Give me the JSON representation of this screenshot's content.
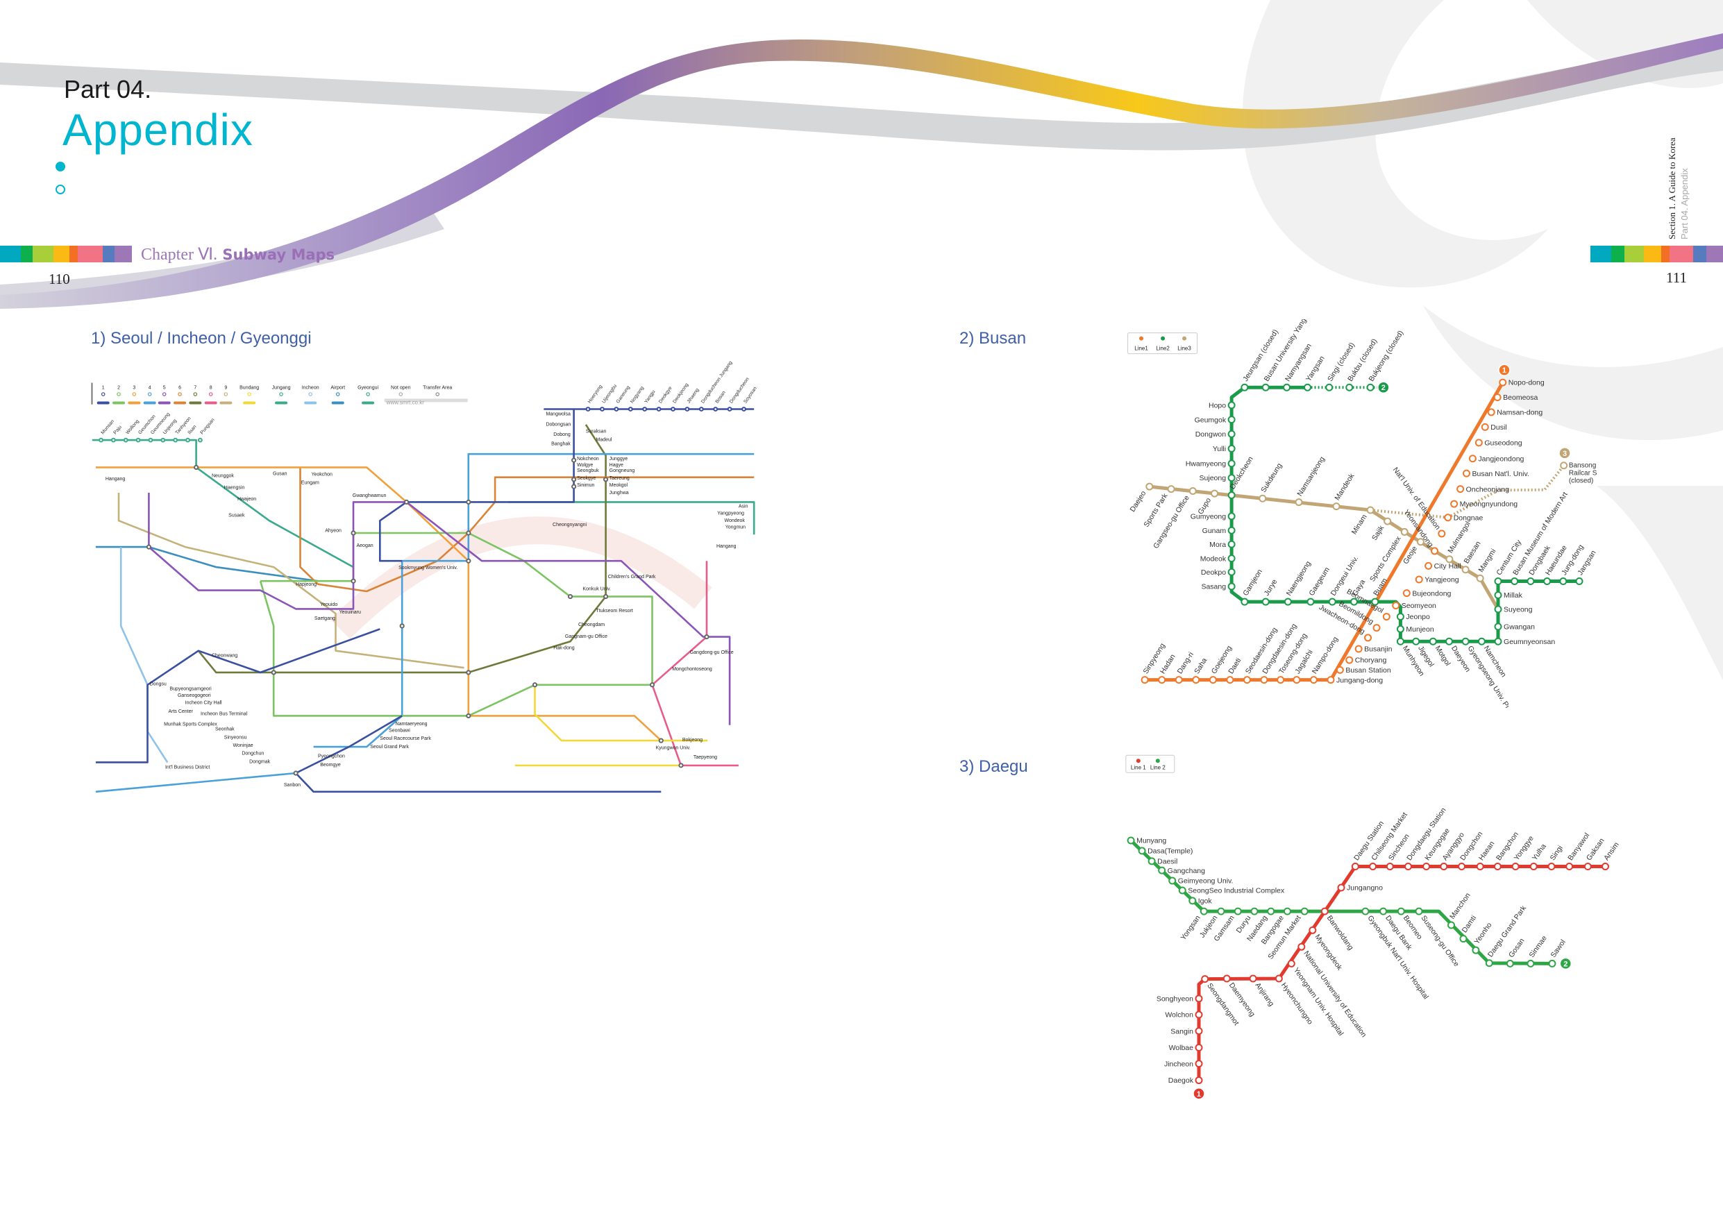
{
  "header": {
    "part": "Part 04.",
    "title": "Appendix",
    "chapter_prefix": "Chapter Ⅵ.",
    "chapter_title": " Subway Maps",
    "page_left": "110",
    "page_right": "111",
    "running_section": "Section 1. A Guide to Korea",
    "running_part": "Part 04. Appendix"
  },
  "colors": {
    "accent": "#00b6cf",
    "chapter": "#9b6fb6",
    "heading": "#3f5fa8",
    "color_bar": [
      "#00a9c0",
      "#0db04b",
      "#a8cf3a",
      "#fbb914",
      "#f36f24",
      "#f17384",
      "#567bbf",
      "#9e78b6"
    ]
  },
  "sections": {
    "seoul": "1) Seoul / Incheon / Gyeonggi",
    "busan": "2) Busan",
    "daegu": "3) Daegu"
  },
  "seoul": {
    "legend": [
      {
        "label": "1",
        "color": "#3a4fa0"
      },
      {
        "label": "2",
        "color": "#7cc462"
      },
      {
        "label": "3",
        "color": "#f0a03c"
      },
      {
        "label": "4",
        "color": "#4aa0d8"
      },
      {
        "label": "5",
        "color": "#8b55b8"
      },
      {
        "label": "6",
        "color": "#d98436"
      },
      {
        "label": "7",
        "color": "#6f7a3a"
      },
      {
        "label": "8",
        "color": "#e85c8a"
      },
      {
        "label": "9",
        "color": "#c4b27a"
      },
      {
        "label": "Bundang",
        "color": "#f2d93a"
      },
      {
        "label": "Jungang",
        "color": "#3aa98c"
      },
      {
        "label": "Incheon",
        "color": "#8fc2e6"
      },
      {
        "label": "Airport",
        "color": "#3a8fbf"
      },
      {
        "label": "Gyeongui",
        "color": "#3aa98c"
      },
      {
        "label": "Not open",
        "color": "#aaaaaa"
      },
      {
        "label": "Transfer Area",
        "color": "#888888"
      }
    ],
    "website": "www.smrt.co.kr",
    "stations_horizontal": [
      "Mangwolsa",
      "Dobongsan",
      "Dobong",
      "Banghak",
      "Suraksan",
      "Madeul",
      "Nokcheon",
      "Wolgye",
      "Seongbuk",
      "Seokgye",
      "Sinimun",
      "Junggye",
      "Hagye",
      "Gongneung",
      "Taereung",
      "Meokgol",
      "Junghwa",
      "Hangang",
      "Neunggok",
      "Haengsin",
      "Hwajeon",
      "Susaek",
      "Gusan",
      "Yeokchon",
      "Eungam",
      "Gwanghwamun",
      "Ahyeon",
      "Aeogan",
      "Hapjeong",
      "Yeouido",
      "Yeouinaru",
      "Saetgang",
      "Sookmyung Women's Univ.",
      "Cheongnyangni",
      "Asin",
      "Yangpyeong",
      "Wondeok",
      "Yongmun",
      "Hangang",
      "Children's Grand Park",
      "Konkuk Univ.",
      "Ttukseom Resort",
      "Cheongdam",
      "Gangnam-gu Office",
      "Hak-dong",
      "Gangdong-gu Office",
      "Mongchontoseong",
      "Cheonwang",
      "Dongsu",
      "Bupyeongsamgeori",
      "Ganseogogeori",
      "Incheon City Hall",
      "Arts Center",
      "Incheon Bus Terminal",
      "Munhak Sports Complex",
      "Seonhak",
      "Sinyeonsu",
      "Woninjae",
      "Dongchun",
      "Dongmak",
      "Int'l Business District",
      "Pyeongchon",
      "Beomgye",
      "Sanbon",
      "Namtaeryeong",
      "Seonbawi",
      "Seoul Racecourse Park",
      "Seoul Grand Park",
      "Bokjeong",
      "Kyungwon Univ.",
      "Taepyeong"
    ],
    "stations_rotated_gyeongui": [
      "Munsan",
      "Paju",
      "Wollong",
      "Geumchon",
      "Geumneung",
      "Unjeong",
      "Tanhyeon",
      "Ilsan",
      "Pungsan"
    ],
    "stations_rotated_line1_north": [
      "Hoeryong",
      "Uijeongbu",
      "Ganeung",
      "Nogyang",
      "Yangju",
      "Deokgye",
      "Deokjeong",
      "Jihaeng",
      "Dongducheon Jungang",
      "Bosan",
      "Dongducheon",
      "Soyosan"
    ]
  },
  "busan": {
    "legend": [
      {
        "label": "Line1",
        "color": "#f0782a"
      },
      {
        "label": "Line2",
        "color": "#1a9b4a"
      },
      {
        "label": "Line3",
        "color": "#c1a574"
      }
    ],
    "line_badges": [
      "1",
      "2",
      "3"
    ],
    "line1": [
      "Nopo-dong",
      "Beomeosa",
      "Namsan-dong",
      "Dusil",
      "Guseodong",
      "Jangjeondong",
      "Busan Nat'l. Univ.",
      "Oncheonjang",
      "Myeongnyundong",
      "Dongnae",
      "Nat'l Univ. of Education",
      "Yeonsandong",
      "City Hall",
      "Yangjeong",
      "Bujeondong",
      "Seomyeon",
      "Beomnaegol",
      "Beomildong",
      "Jwacheon-dong",
      "Busanjin",
      "Choryang",
      "Busan Station",
      "Jungang-dong",
      "Nampo-dong",
      "Jagalchi",
      "Toseong-dong",
      "Dongdaesin-dong",
      "Seodaesin-dong",
      "Daeti",
      "Goejeong",
      "Saha",
      "Dang-ri",
      "Hadan",
      "Sinpyeong"
    ],
    "line2": [
      "Jangsan",
      "Jung-dong",
      "Haeundae",
      "Dongbaek",
      "Busan Museum of Modern Art",
      "Centum City",
      "Millak",
      "Suyeong",
      "Gwangan",
      "Geumnyeonsan",
      "Namcheon",
      "Gyeongseong Univ. Pukyong Nat'l Univ.",
      "Daeyeon",
      "Motgol",
      "Jigegol",
      "Munhyeon",
      "Munjeon",
      "Jeonpo",
      "Buam",
      "Gaya",
      "Dongeui Univ.",
      "Gaegeum",
      "Naengjeong",
      "Jurye",
      "Gamjeon",
      "Sasang",
      "Deokpo",
      "Modeok",
      "Mora",
      "Gunam",
      "Gumyeong",
      "Deokcheon",
      "Sujeong",
      "Hwamyeong",
      "Yulli",
      "Dongwon",
      "Geumgok",
      "Hopo",
      "Jeungsan (closed)",
      "Busan University Yangsan Campus",
      "Namyangsan",
      "Yangsan",
      "Singi (closed)",
      "Bukbu (closed)",
      "Bukjeong (closed)"
    ],
    "line3": [
      "Daejeo",
      "Sports Park",
      "Gangseo-gu Office",
      "Gupo",
      "Sukdeung",
      "Namsanjeong",
      "Mandeok",
      "Minam",
      "Sajik",
      "Sports Complex",
      "Geoje",
      "Mulmangol",
      "Baesan",
      "Mangmi"
    ],
    "bansong_label": [
      "Bansong",
      "Railcar Station",
      "(closed)"
    ]
  },
  "daegu": {
    "legend": [
      {
        "label": "Line 1",
        "color": "#e23a2e"
      },
      {
        "label": "Line 2",
        "color": "#2fa645"
      }
    ],
    "line_badges": [
      "1",
      "2"
    ],
    "line1": [
      "Daegok",
      "Jincheon",
      "Wolbae",
      "Sangin",
      "Wolchon",
      "Songhyeon",
      "Seongdangmot",
      "Daemyeong",
      "Anjirang",
      "Hyeonchungno",
      "Yeongnam Univ. Hospital",
      "National University of Education",
      "Myeongdeok",
      "Banwoldang",
      "Jungangno",
      "Daegu Station",
      "Chilseong Market",
      "Sincheon",
      "Dongdaegu Station",
      "Keungogae",
      "Ayanggyo",
      "Dongchon",
      "Haean",
      "Bangchon",
      "Yonggye",
      "Yulha",
      "Singi",
      "Banyawol",
      "Gaksan",
      "Ansim"
    ],
    "line2": [
      "Munyang",
      "Dasa(Temple)",
      "Daesil",
      "Gangchang",
      "Geimyeong Univ.",
      "SeongSeo Industrial Complex",
      "Igok",
      "Yongsan",
      "Jukjeon",
      "Gamsam",
      "Duryu",
      "Naedang",
      "Bangogae",
      "Seomun Market",
      "Gyeongbuk Nat'l Univ. Hospital",
      "Daegu Bank",
      "Beomeo",
      "Suseong-gu Office",
      "Manchon",
      "Damti",
      "Yeonho",
      "Daegu Grand Park",
      "Gosan",
      "Sinmae",
      "Sawol"
    ]
  }
}
